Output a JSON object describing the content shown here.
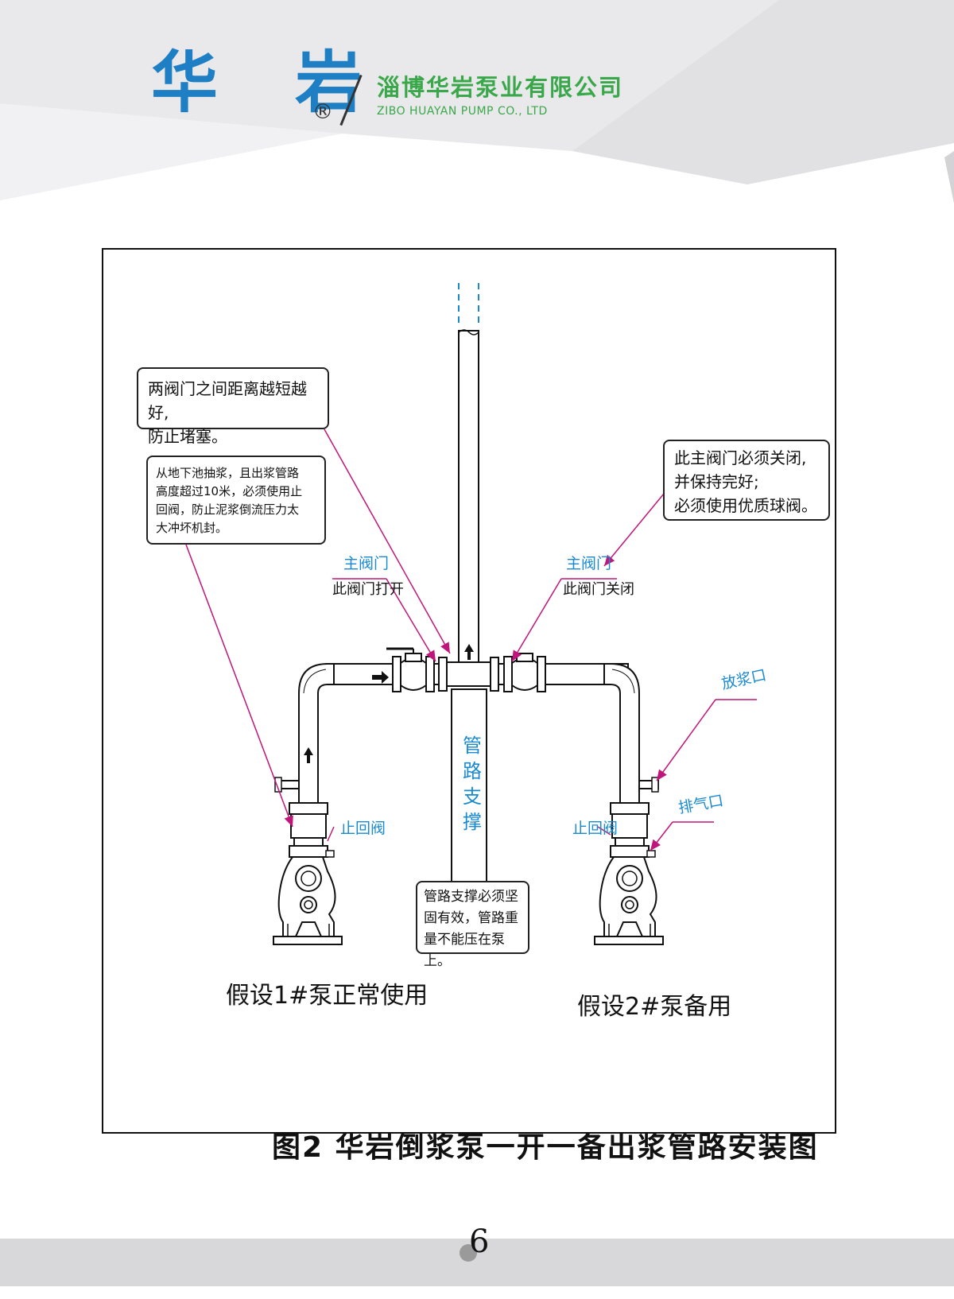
{
  "header": {
    "logo_text": "华 岩",
    "registered_mark": "®",
    "company_cn": "淄博华岩泵业有限公司",
    "company_en": "ZIBO HUAYAN PUMP CO., LTD"
  },
  "diagram": {
    "notes": {
      "valve_distance": "两阀门之间距离越短越好,\n防止堵塞。",
      "check_valve_required": "从地下池抽浆，且出浆管路\n高度超过10米，必须使用止\n回阀，防止泥浆倒流压力太\n大冲坏机封。",
      "main_valve_closed": "此主阀门必须关闭,\n并保持完好;\n必须使用优质球阀。",
      "pipe_support": "管路支撑必须坚\n固有效，管路重\n量不能压在泵上。"
    },
    "labels": {
      "main_valve_left": "主阀门",
      "valve_open": "此阀门打开",
      "main_valve_right": "主阀门",
      "valve_closed": "此阀门关闭",
      "discharge_port": "放浆口",
      "vent_port": "排气口",
      "check_valve_left": "止回阀",
      "check_valve_right": "止回阀",
      "pipe_support": "管路支撑"
    },
    "captions": {
      "pump1": "假设1#泵正常使用",
      "pump2": "假设2#泵备用"
    },
    "title": "图2   华岩倒浆泵一开一备出浆管路安装图"
  },
  "footer": {
    "page_number": "6"
  },
  "colors": {
    "brand_blue": "#1f7fc4",
    "brand_green": "#3aa84a",
    "label_blue": "#1a8ad0",
    "leader_magenta": "#c0157a"
  }
}
